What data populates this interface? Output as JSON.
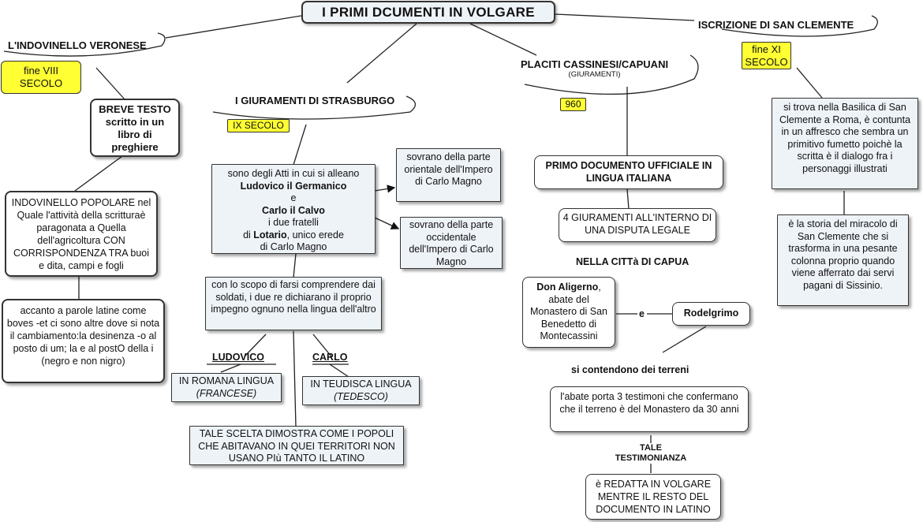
{
  "title": "I PRIMI DCUMENTI IN VOLGARE",
  "veronese": {
    "heading": "L'INDOVINELLO VERONESE",
    "date": "fine VIII SECOLO",
    "short": "BREVE TESTO scritto in un libro di preghiere",
    "popular": "INDOVINELLO POPOLARE nel Quale l'attività della scritturaè paragonata a Quella dell'agricoltura CON CORRISPONDENZA TRA buoi e dita, campi e fogli",
    "latin": "accanto a parole latine come boves -et ci sono altre dove si nota il cambiamento:la desinenza -o al posto di um; la e al postO della i (negro e non nigro)"
  },
  "strasburgo": {
    "heading": "I GIURAMENTI DI STRASBURGO",
    "date": "IX SECOLO",
    "acts": {
      "line1": "sono degli Atti in cui si alleano",
      "name1": "Ludovico il Germanico",
      "and": "e",
      "name2": "Carlo il Calvo",
      "line2": "i due fratelli",
      "pre3": "di",
      "name3": "Lotario",
      "line3": ", unico erede",
      "line4": "di Carlo Magno"
    },
    "east": "sovrano della parte orientale dell'Impero di Carlo Magno",
    "west": "sovrano della parte occidentale dell'Impero di Carlo Magno",
    "purpose": "con lo scopo di farsi comprendere dai soldati, i due re dichiarano il proprio impegno ognuno nella lingua dell'altro",
    "ludovico": "LUDOVICO",
    "carlo": "CARLO",
    "romana": "IN ROMANA LINGUA",
    "francese": "(FRANCESE)",
    "teudisca": "IN TEUDISCA LINGUA",
    "tedesco": "(TEDESCO)",
    "choice": "TALE SCELTA DIMOSTRA COME I POPOLI CHE ABITAVANO IN QUEI TERRITORI NON USANO PIù TANTO IL LATINO"
  },
  "placiti": {
    "heading": "PLACITI CASSINESI/CAPUANI",
    "sub": "(GIURAMENTI)",
    "date": "960",
    "first": "PRIMO DOCUMENTO UFFICIALE IN LINGUA ITALIANA",
    "oaths": "4 GIURAMENTI ALL'INTERNO DI UNA DISPUTA LEGALE",
    "city": "NELLA CITTà DI CAPUA",
    "aligerno_name": "Don Aligerno",
    "aligerno_rest": ", abate del Monastero di San Benedetto di Montecassini",
    "e": "e",
    "rodelgrimo": "Rodelgrimo",
    "dispute": "si contendono dei terreni",
    "witnesses": "l'abate porta 3 testimoni che confermano che il terreno è del Monastero da 30 anni",
    "testimony": "TALE TESTIMONIANZA",
    "volgare": "è REDATTA IN VOLGARE MENTRE IL RESTO DEL DOCUMENTO IN LATINO"
  },
  "clemente": {
    "heading": "ISCRIZIONE DI SAN CLEMENTE",
    "date": "fine XI SECOLO",
    "basilica": "si trova nella Basilica di San Clemente a Roma, è contunta in un affresco che sembra un primitivo fumetto poichè la scritta è il dialogo fra i personaggi illustrati",
    "miracle": "è la storia del miracolo di San Clemente che si trasforma in una pesante colonna proprio quando viene afferrato dai servi pagani di Sissinio."
  }
}
